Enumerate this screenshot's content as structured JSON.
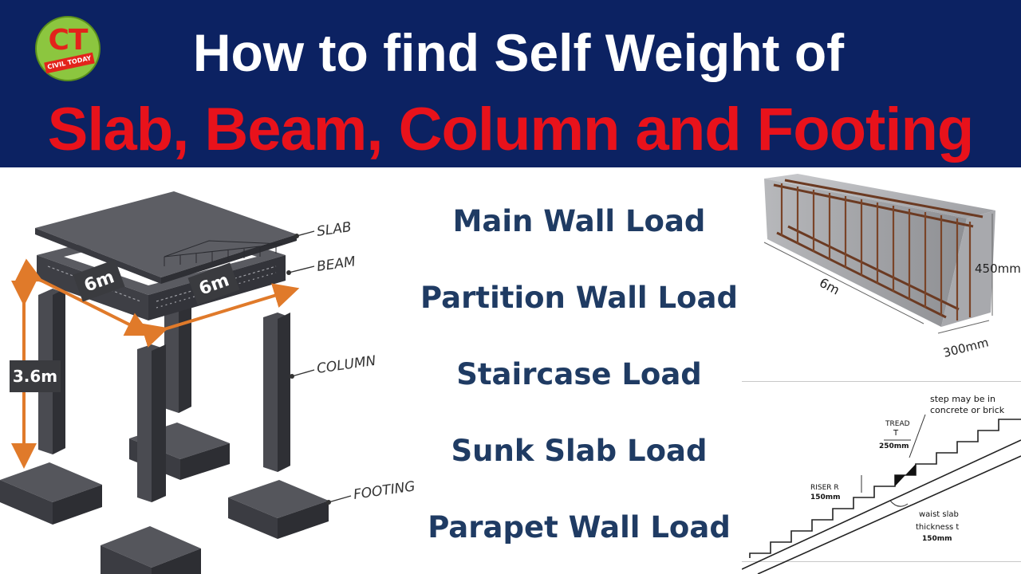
{
  "header": {
    "logo": {
      "letters": "CT",
      "ribbon": "CIVIL TODAY"
    },
    "title_line1": "How to find Self Weight of",
    "title_line2": "Slab, Beam, Column and Footing"
  },
  "structure_diagram": {
    "labels": {
      "slab": "SLAB",
      "beam": "BEAM",
      "column": "COLUMN",
      "footing": "FOOTING"
    },
    "dimensions": {
      "span_1": "6m",
      "span_2": "6m",
      "height": "3.6m"
    }
  },
  "loads": [
    "Main Wall Load",
    "Partition Wall Load",
    "Staircase Load",
    "Sunk Slab Load",
    "Parapet Wall Load"
  ],
  "beam_diagram": {
    "length": "6m",
    "depth": "450mm",
    "width": "300mm"
  },
  "stair_diagram": {
    "note": [
      "step may be in",
      "concrete or brick"
    ],
    "tread_label": [
      "TREAD",
      "T"
    ],
    "tread_value": "250mm",
    "riser_label": "RISER R",
    "riser_value": "150mm",
    "waist_label": [
      "waist slab",
      "thickness t"
    ],
    "waist_value": "150mm"
  },
  "colors": {
    "header_bg": "#0c2262",
    "title_white": "#ffffff",
    "title_red": "#e8121b",
    "load_text": "#1f3b63",
    "dimension_orange": "#e07a2a"
  }
}
